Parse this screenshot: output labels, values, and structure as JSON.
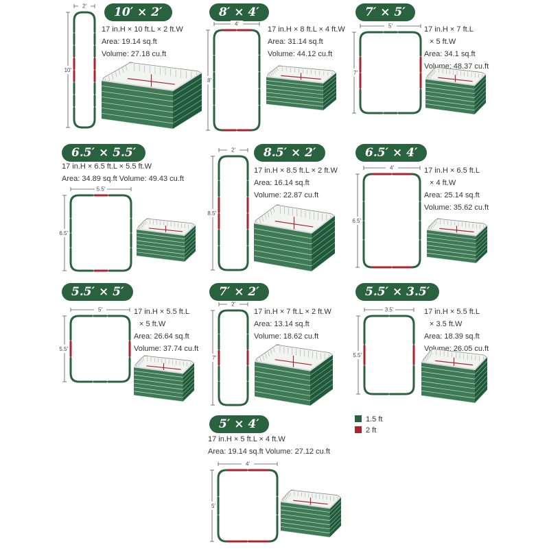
{
  "colors": {
    "green": "#2a6240",
    "red": "#a8242e",
    "bed_dark": "#1f5a3a",
    "bed_light": "#3d7a55"
  },
  "beds": [
    {
      "title": "10′ × 2′",
      "spec": [
        "17 in.H × 10 ft.L × 2 ft.W",
        "Area: 19.14 sq.ft",
        "Volume: 27.18 cu.ft"
      ],
      "w_label": "2′",
      "h_label": "10′"
    },
    {
      "title": "8′ × 4′",
      "spec": [
        "17 in.H × 8 ft.L × 4 ft.W",
        "Area: 31.14 sq.ft",
        "Volume: 44.12 cu.ft"
      ],
      "w_label": "4′",
      "h_label": "8′"
    },
    {
      "title": "7′ × 5′",
      "spec": [
        "17 in.H × 7 ft.L",
        "× 5 ft.W",
        "Area: 34.1 sq.ft",
        "Volume: 48.37 cu.ft"
      ],
      "w_label": "5′",
      "h_label": "7′"
    },
    {
      "title": "6.5′ × 5.5′",
      "spec": [
        "17 in.H × 6.5 ft.L × 5.5 ft.W",
        "Area: 34.89 sq.ft Volume: 49.43 cu.ft"
      ],
      "w_label": "5.5′",
      "h_label": "6.5′"
    },
    {
      "title": "8.5′ × 2′",
      "spec": [
        "17 in.H × 8.5 ft.L × 2 ft.W",
        "Area: 16.14 sq.ft",
        "Volume: 22.87 cu.ft"
      ],
      "w_label": "2′",
      "h_label": "8.5′"
    },
    {
      "title": "6.5′ × 4′",
      "spec": [
        "17 in.H × 6.5 ft.L",
        "× 4 ft.W",
        "Area: 25.14 sq.ft",
        "Volume: 35.62 cu.ft"
      ],
      "w_label": "4′",
      "h_label": "6.5′"
    },
    {
      "title": "5.5′ × 5′",
      "spec": [
        "17 in.H × 5.5 ft.L",
        "× 5 ft.W",
        "Area: 26.64 sq.ft",
        "Volume: 37.74 cu.ft"
      ],
      "w_label": "5′",
      "h_label": "5.5′"
    },
    {
      "title": "7′ × 2′",
      "spec": [
        "17 in.H × 7 ft.L × 2 ft.W",
        "Area: 13.14 sq.ft",
        "Volume: 18.62 cu.ft"
      ],
      "w_label": "2′",
      "h_label": "7′"
    },
    {
      "title": "5.5′ × 3.5′",
      "spec": [
        "17 in.H × 5.5 ft.L",
        "× 3.5 ft.W",
        "Area: 18.39 sq.ft",
        "Volume: 26.05 cu.ft"
      ],
      "w_label": "3.5′",
      "h_label": "5.5′"
    },
    {
      "title": "5′ × 4′",
      "spec": [
        "17 in.H × 5 ft.L × 4 ft.W",
        "Area: 19.14 sq.ft Volume: 27.12 cu.ft"
      ],
      "w_label": "4′",
      "h_label": "5′"
    }
  ],
  "legend": [
    {
      "label": "1.5 ft",
      "color": "#2a6240"
    },
    {
      "label": "2 ft",
      "color": "#a8242e"
    }
  ]
}
